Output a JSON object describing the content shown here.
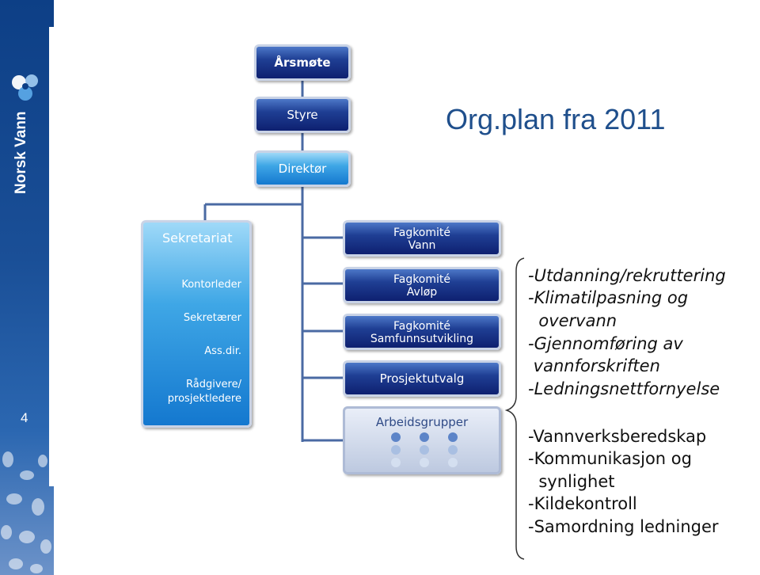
{
  "brand": {
    "logo_text": "Norsk Vann",
    "slide_number": "4",
    "colors": {
      "strip": "#1a4f97",
      "title": "#1f4f8c"
    }
  },
  "title": "Org.plan fra 2011",
  "org": {
    "aarsmote": "Årsmøte",
    "styre": "Styre",
    "direktor": "Direktør",
    "sekretariat": {
      "title": "Sekretariat",
      "items": [
        "Kontorleder",
        "Sekretærer",
        "Ass.dir.",
        "Rådgivere/",
        "prosjektledere"
      ]
    },
    "fagkomite_vann": [
      "Fagkomité",
      "Vann"
    ],
    "fagkomite_avlop": [
      "Fagkomité",
      "Avløp"
    ],
    "fagkomite_samfunn": [
      "Fagkomité",
      "Samfunnsutvikling"
    ],
    "prosjektutvalg": "Prosjektutvalg",
    "arbeidsgrupper": "Arbeidsgrupper"
  },
  "list_italic": [
    "-Utdanning/rekruttering",
    "-Klimatilpasning og",
    "  overvann",
    "-Gjennomføring av",
    " vannforskriften",
    "-Ledningsnettfornyelse"
  ],
  "list_regular": [
    "-Vannverksberedskap",
    "-Kommunikasjon og",
    "  synlighet",
    "-Kildekontroll",
    "-Samordning ledninger"
  ]
}
